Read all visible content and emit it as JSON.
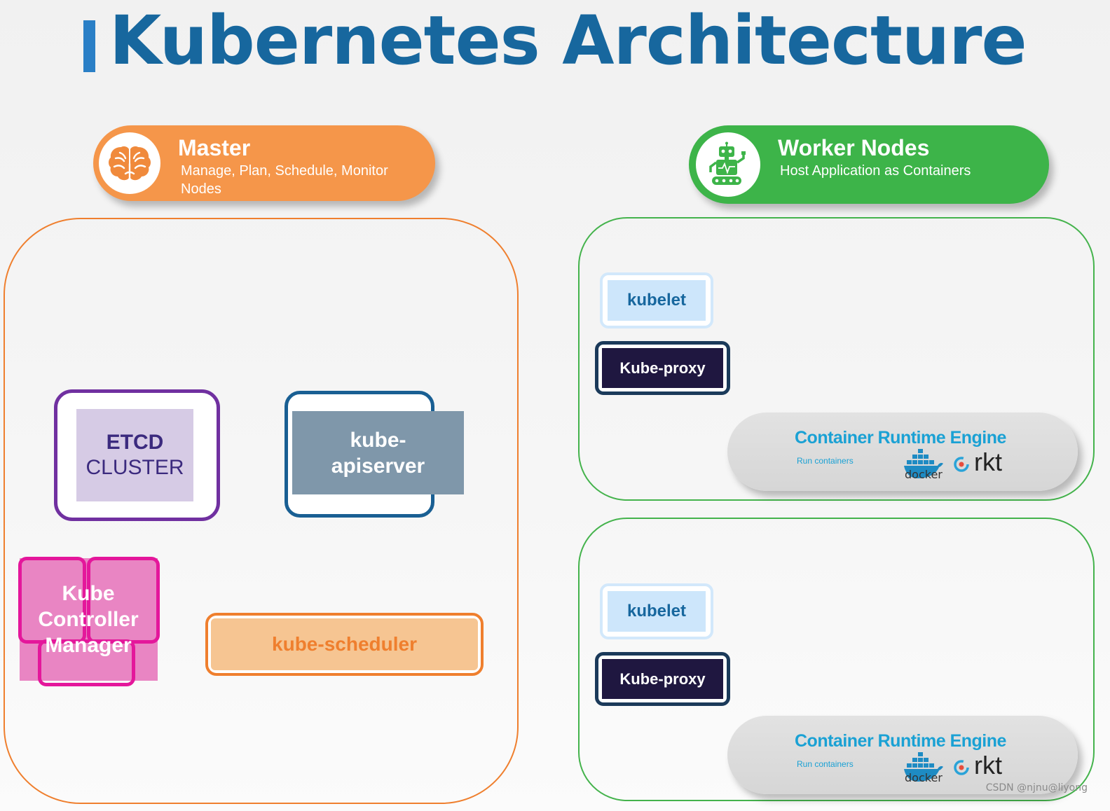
{
  "title": "Kubernetes Architecture",
  "master": {
    "title": "Master",
    "subtitle": "Manage, Plan, Schedule, Monitor Nodes",
    "components": {
      "etcd_line1": "ETCD",
      "etcd_line2": "CLUSTER",
      "apiserver": "kube-apiserver",
      "controller_manager": "Kube Controller Manager",
      "scheduler": "kube-scheduler"
    }
  },
  "worker": {
    "title": "Worker Nodes",
    "subtitle": "Host Application as Containers",
    "nodes": [
      {
        "kubelet": "kubelet",
        "kube_proxy": "Kube-proxy",
        "runtime_title": "Container Runtime Engine",
        "runtime_subtitle": "Run containers",
        "docker_label": "docker",
        "rkt_label": "rkt"
      },
      {
        "kubelet": "kubelet",
        "kube_proxy": "Kube-proxy",
        "runtime_title": "Container Runtime Engine",
        "runtime_subtitle": "Run containers",
        "docker_label": "docker",
        "rkt_label": "rkt"
      }
    ]
  },
  "watermark": "CSDN @njnu@liyong",
  "icons": {
    "master": "brain-icon",
    "worker": "robot-icon",
    "docker": "docker-whale-icon",
    "rkt": "rkt-icon"
  },
  "colors": {
    "title": "#17679e",
    "master": "#f5964a",
    "worker": "#3db449",
    "etcd": "#7030a0",
    "apiserver": "#195f93",
    "controller": "#e4179b",
    "scheduler": "#ef7f2e",
    "runtime_text": "#1aa1d4"
  }
}
